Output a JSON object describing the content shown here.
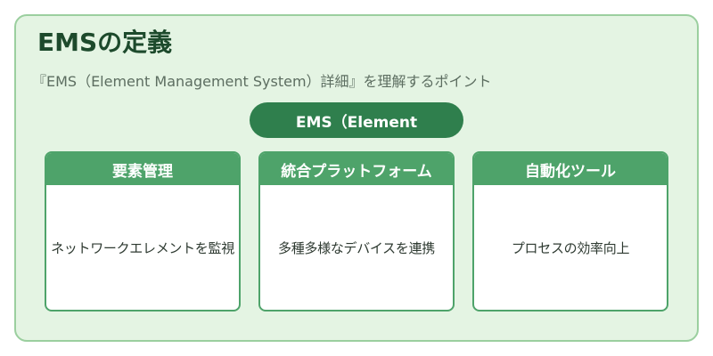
{
  "title": "EMSの定義",
  "subtitle": "『EMS（Element Management System）詳細』を理解するポイント",
  "center_label": "EMS（Element",
  "cards": [
    {
      "heading": "要素管理",
      "body": "ネットワークエレメントを監視"
    },
    {
      "heading": "統合プラットフォーム",
      "body": "多種多様なデバイスを連携"
    },
    {
      "heading": "自動化ツール",
      "body": "プロセスの効率向上"
    }
  ],
  "colors": {
    "frame_bg": "#e4f4e3",
    "frame_border": "#9bcf9f",
    "pill": "#2f7f4d",
    "card_accent": "#4ea36a",
    "title": "#1d4a2c"
  }
}
